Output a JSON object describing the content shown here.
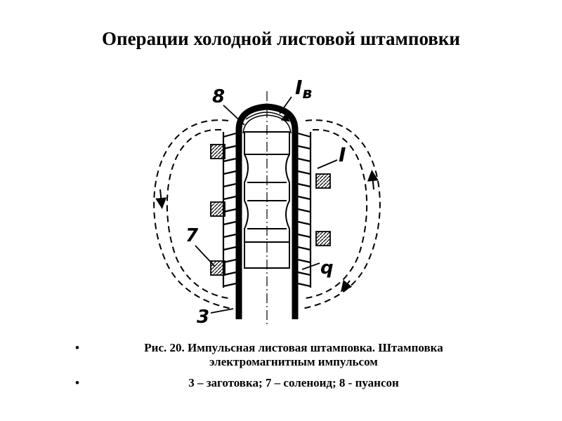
{
  "slide": {
    "title": "Операции холодной листовой штамповки"
  },
  "figure": {
    "labels": {
      "punch": "8",
      "current_workpiece": "I",
      "current_workpiece_sub": "в",
      "current_coil": "I",
      "solenoid": "7",
      "pressure": "q",
      "workpiece": "3"
    }
  },
  "caption": {
    "bullet": "•",
    "line1": "Рис. 20. Импульсная листовая штамповка. Штамповка электромагнитным импульсом",
    "line2": "3 – заготовка; 7 – соленоид; 8 - пуансон"
  }
}
